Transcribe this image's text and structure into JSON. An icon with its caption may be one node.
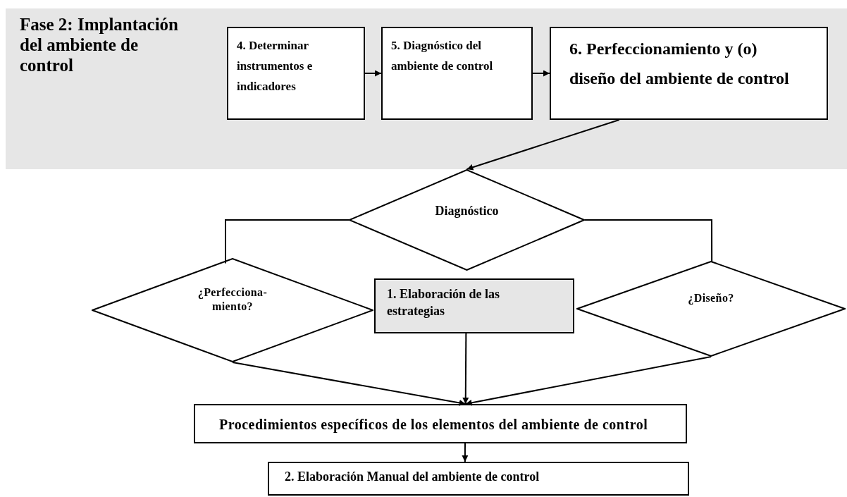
{
  "diagram": {
    "nodes": [
      {
        "text": [
          "Fase 2: Implantación del ambiente de control"
        ]
      },
      {
        "text": [
          "4. Determinar instrumentos e indicadores"
        ],
        "in": 0
      },
      {
        "text": [
          "5. Diagnóstico del ambiente de control"
        ],
        "in": 0
      },
      {
        "text": [
          "6. Perfeccionamiento y (o) diseño del ambiente de control"
        ],
        "in": 0
      },
      {
        "text": [
          "Diagnóstico"
        ]
      },
      {
        "text": [
          "¿Perfecciona- miento?"
        ]
      },
      {
        "text": [
          "1. Elaboración de las estrategias"
        ]
      },
      {
        "text": [
          "¿Diseño?"
        ]
      },
      {
        "text": [
          "Procedimientos específicos de los elementos del ambiente de control"
        ]
      },
      {
        "text": [
          "2. Elaboración Manual del ambiente de control"
        ]
      }
    ],
    "edges": [
      {
        "from": 1,
        "to": 2,
        "arrow": "to"
      },
      {
        "from": 2,
        "to": 3,
        "arrow": "to"
      },
      {
        "from": 3,
        "to": 4,
        "arrow": "to"
      },
      {
        "from": 4,
        "to": 5,
        "arrow": "none"
      },
      {
        "from": 4,
        "to": 7,
        "arrow": "none"
      },
      {
        "from": 5,
        "to": 8,
        "arrow": "to"
      },
      {
        "from": 6,
        "to": 8,
        "arrow": "to"
      },
      {
        "from": 7,
        "to": 8,
        "arrow": "to"
      },
      {
        "from": 8,
        "to": 9,
        "arrow": "to"
      }
    ]
  }
}
